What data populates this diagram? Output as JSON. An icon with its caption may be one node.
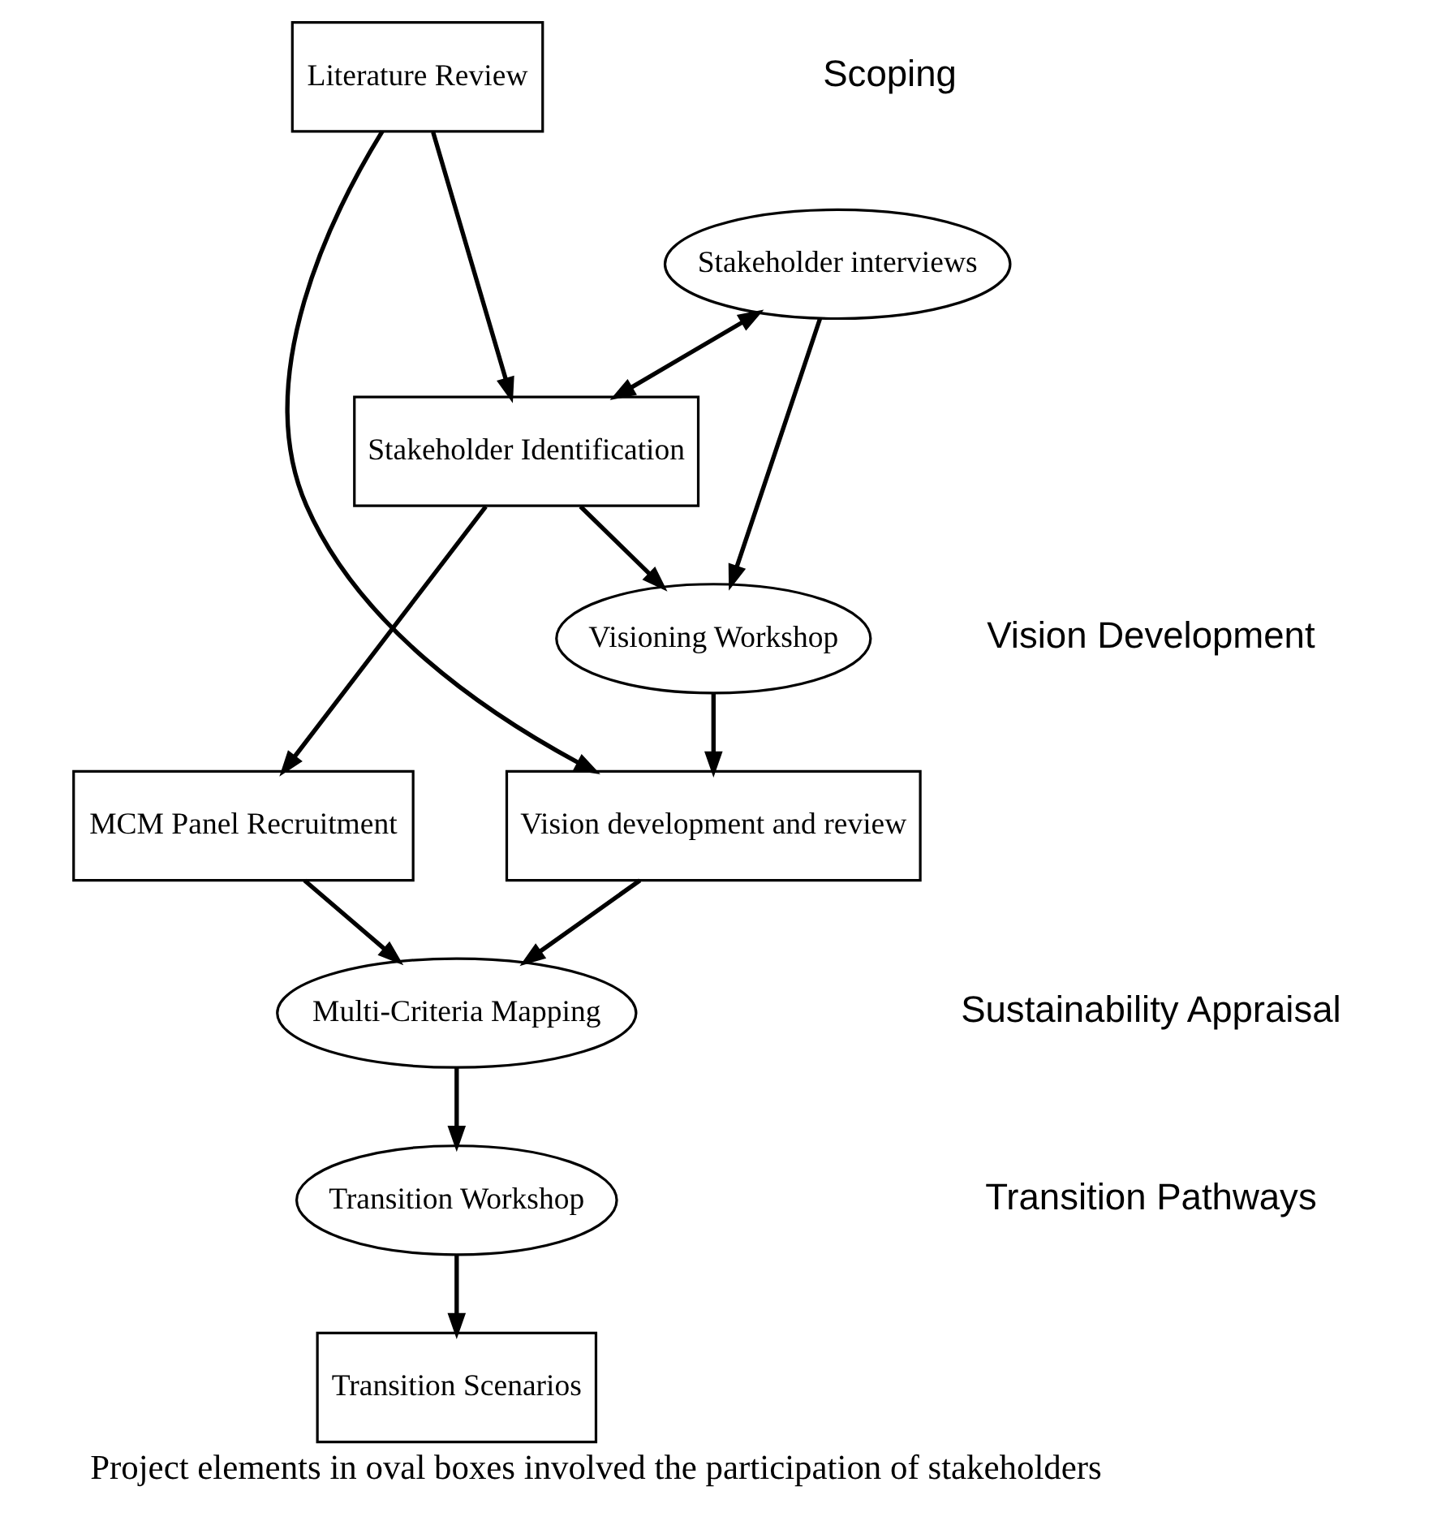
{
  "diagram": {
    "caption": "Project elements in oval boxes involved the participation of stakeholders",
    "nodes": [
      {
        "text": [
          "Literature Review"
        ]
      },
      {
        "text": [
          "Stakeholder interviews"
        ]
      },
      {
        "text": [
          "Stakeholder Identification"
        ]
      },
      {
        "text": [
          "Visioning Workshop"
        ]
      },
      {
        "text": [
          "Vision development and review"
        ]
      },
      {
        "text": [
          "Multi-Criteria Mapping"
        ]
      },
      {
        "text": [
          "MCM Panel Recruitment"
        ]
      },
      {
        "text": [
          "Transition Workshop"
        ]
      },
      {
        "text": [
          "Transition Scenarios"
        ]
      }
    ],
    "edges": [
      {
        "from": 0,
        "to": 2,
        "arrow": "to"
      },
      {
        "from": 1,
        "to": 2,
        "arrow": "both"
      },
      {
        "from": 2,
        "to": 3,
        "arrow": "to"
      },
      {
        "from": 1,
        "to": 3,
        "arrow": "to"
      },
      {
        "from": 0,
        "to": 4,
        "arrow": "to"
      },
      {
        "from": 3,
        "to": 4,
        "arrow": "to"
      },
      {
        "from": 2,
        "to": 6,
        "arrow": "to"
      },
      {
        "from": 4,
        "to": 5,
        "arrow": "to"
      },
      {
        "from": 6,
        "to": 5,
        "arrow": "to"
      },
      {
        "from": 5,
        "to": 7,
        "arrow": "to"
      },
      {
        "from": 7,
        "to": 8,
        "arrow": "to"
      }
    ],
    "labels": [
      "Scoping",
      "Vision Development",
      "Sustainability Appraisal",
      "Transition Pathways"
    ]
  }
}
